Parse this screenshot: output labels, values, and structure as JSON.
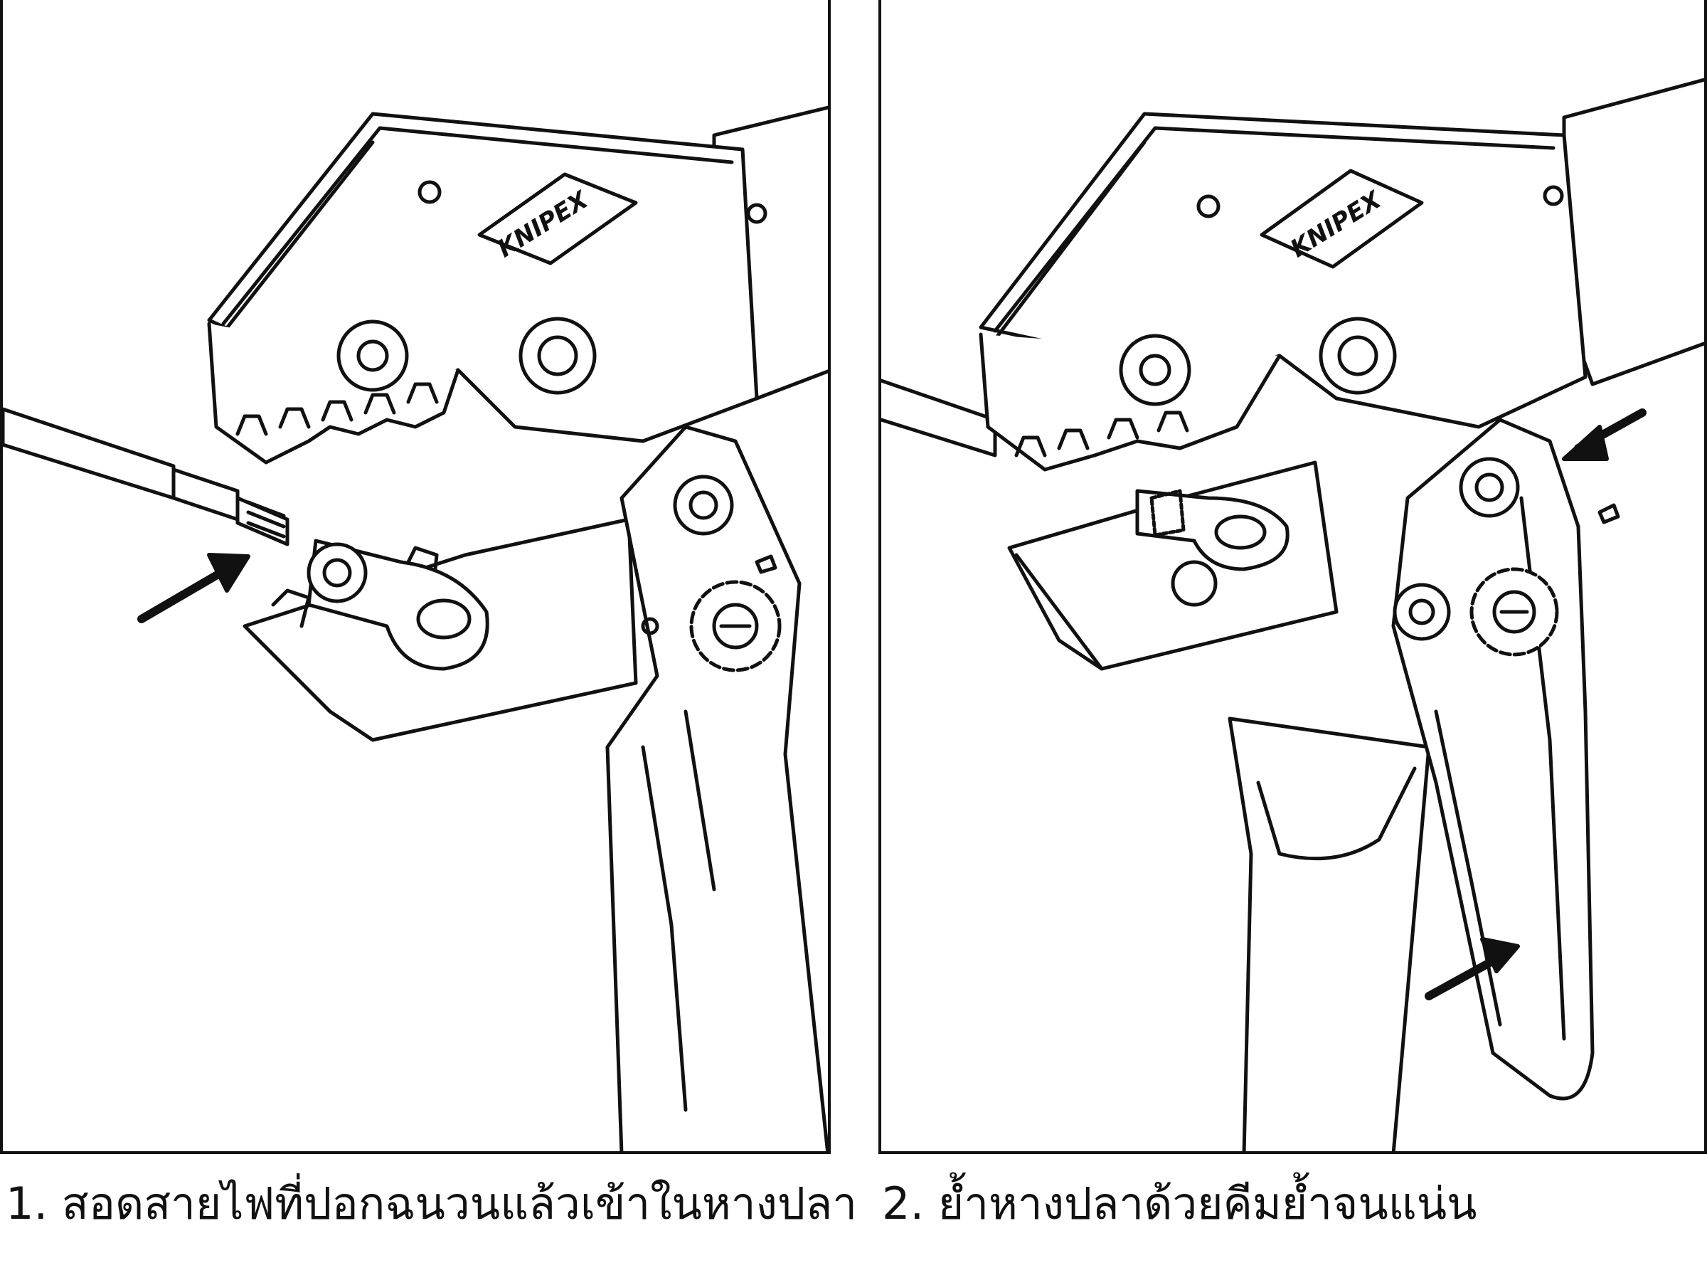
{
  "panels": [
    {
      "id": "step-1",
      "caption": "1. สอดสายไฟที่ปอกฉนวนแล้วเข้าในหางปลา",
      "brand_label": "KNIPEX",
      "arrows": 1
    },
    {
      "id": "step-2",
      "caption": "2. ย้ำหางปลาด้วยคีมย้ำจนแน่น",
      "brand_label": "KNIPEX",
      "arrows": 2
    }
  ],
  "colors": {
    "line": "#111111",
    "fill": "#ffffff"
  }
}
